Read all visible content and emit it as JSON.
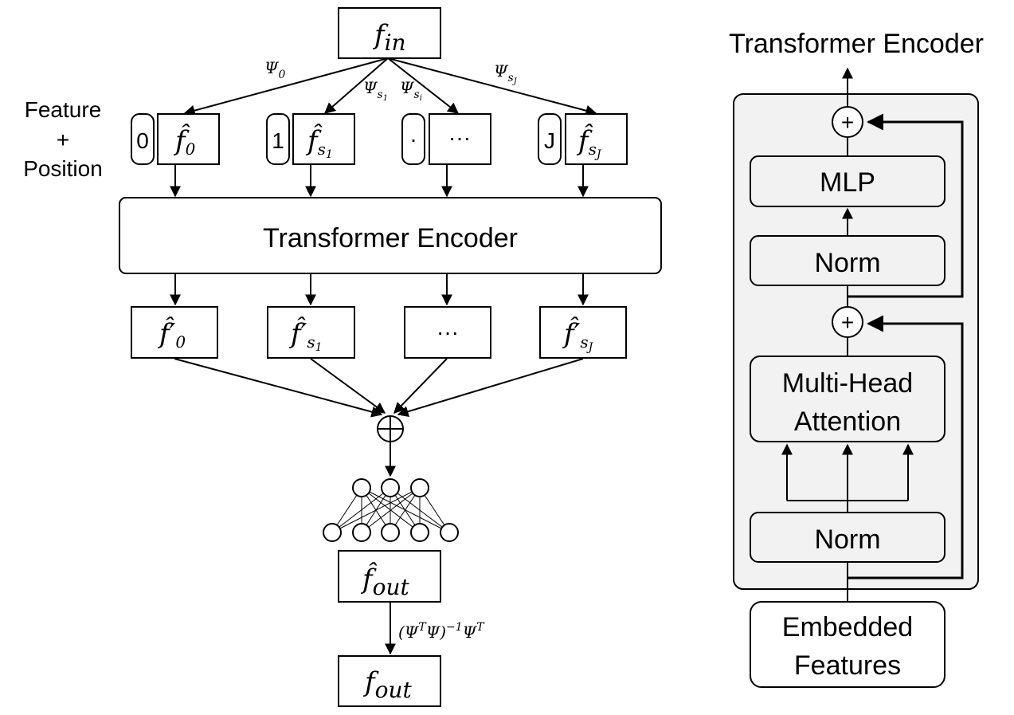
{
  "left": {
    "input_label": {
      "base": "f",
      "sub": "in"
    },
    "side_label": {
      "line1": "Feature",
      "line2": "+",
      "line3": "Position"
    },
    "arrows": {
      "psi_0": {
        "base": "Ψ",
        "sub": "0"
      },
      "psi_s1": {
        "base": "Ψ",
        "sub": "s",
        "subsub": "1"
      },
      "psi_si": {
        "base": "Ψ",
        "sub": "s",
        "subsub": "i"
      },
      "psi_sj": {
        "base": "Ψ",
        "sub": "s",
        "subsub": "J"
      }
    },
    "tokens": [
      {
        "pos": "0",
        "feat": "f̂",
        "sub": "0",
        "subsub": ""
      },
      {
        "pos": "1",
        "feat": "f̂",
        "sub": "s",
        "subsub": "1"
      },
      {
        "pos": "·",
        "feat": "···",
        "sub": "",
        "subsub": ""
      },
      {
        "pos": "J",
        "feat": "f̂",
        "sub": "s",
        "subsub": "J"
      }
    ],
    "encoder_label": "Transformer Encoder",
    "outputs": [
      {
        "feat": "f̂′",
        "sub": "0",
        "subsub": ""
      },
      {
        "feat": "f̂′",
        "sub": "s",
        "subsub": "1"
      },
      {
        "feat": "···",
        "sub": "",
        "subsub": ""
      },
      {
        "feat": "f̂′",
        "sub": "s",
        "subsub": "J"
      }
    ],
    "sum_symbol": "⊕",
    "f_out_hat": {
      "base": "f̂",
      "sub": "out"
    },
    "projection_label": "(Ψ",
    "projection": {
      "p1": "(Ψ",
      "sup1": "T",
      "p2": "Ψ)",
      "sup2": "−1",
      "p3": "Ψ",
      "sup3": "T"
    },
    "f_out": {
      "base": "f",
      "sub": "out"
    }
  },
  "right": {
    "title": "Transformer Encoder",
    "mlp": "MLP",
    "norm_top": "Norm",
    "plus": "+",
    "mha_line1": "Multi-Head",
    "mha_line2": "Attention",
    "norm_bottom": "Norm",
    "embedded_line1": "Embedded",
    "embedded_line2": "Features"
  }
}
